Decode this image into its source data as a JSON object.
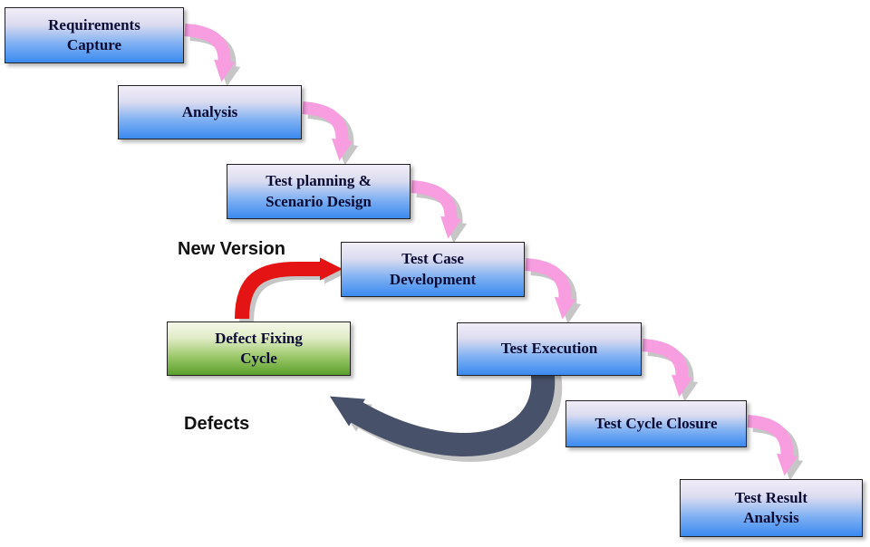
{
  "diagram": {
    "type": "flowchart",
    "nodes": [
      {
        "label": "Requirements Capture",
        "lines": [
          "Requirements",
          "Capture"
        ],
        "variant": "blue"
      },
      {
        "label": "Analysis",
        "lines": [
          "Analysis"
        ],
        "variant": "blue"
      },
      {
        "label": "Test planning & Scenario Design",
        "lines": [
          "Test planning &",
          "Scenario Design"
        ],
        "variant": "blue"
      },
      {
        "label": "Test Case Development",
        "lines": [
          "Test Case",
          "Development"
        ],
        "variant": "blue"
      },
      {
        "label": "Test Execution",
        "lines": [
          "Test Execution"
        ],
        "variant": "blue"
      },
      {
        "label": "Test Cycle Closure",
        "lines": [
          "Test Cycle Closure"
        ],
        "variant": "blue"
      },
      {
        "label": "Test Result Analysis",
        "lines": [
          "Test Result",
          "Analysis"
        ],
        "variant": "blue"
      },
      {
        "label": "Defect Fixing Cycle",
        "lines": [
          "Defect Fixing",
          "Cycle"
        ],
        "variant": "green"
      }
    ],
    "annotations": {
      "new_version": "New Version",
      "defects": "Defects"
    },
    "edges": [
      {
        "from": "Requirements Capture",
        "to": "Analysis",
        "color": "pink"
      },
      {
        "from": "Analysis",
        "to": "Test planning & Scenario Design",
        "color": "pink"
      },
      {
        "from": "Test planning & Scenario Design",
        "to": "Test Case Development",
        "color": "pink"
      },
      {
        "from": "Test Case Development",
        "to": "Test Execution",
        "color": "pink"
      },
      {
        "from": "Test Execution",
        "to": "Test Cycle Closure",
        "color": "pink"
      },
      {
        "from": "Test Cycle Closure",
        "to": "Test Result Analysis",
        "color": "pink"
      },
      {
        "from": "Defect Fixing Cycle",
        "to": "Test Case Development",
        "color": "red",
        "label": "New Version"
      },
      {
        "from": "Test Execution",
        "to": "Defect Fixing Cycle",
        "color": "dark",
        "label": "Defects"
      }
    ],
    "colors": {
      "stage_gradient_top": "#f1edf8",
      "stage_gradient_bottom": "#3a8af0",
      "green_gradient_top": "#f4f8ea",
      "green_gradient_bottom": "#5aa02c",
      "arrow_pink": "#f79de0",
      "arrow_red": "#e41414",
      "arrow_dark": "#47516a",
      "shadow": "#c6c6c6",
      "text": "#0b0b33",
      "border": "#222222"
    }
  }
}
